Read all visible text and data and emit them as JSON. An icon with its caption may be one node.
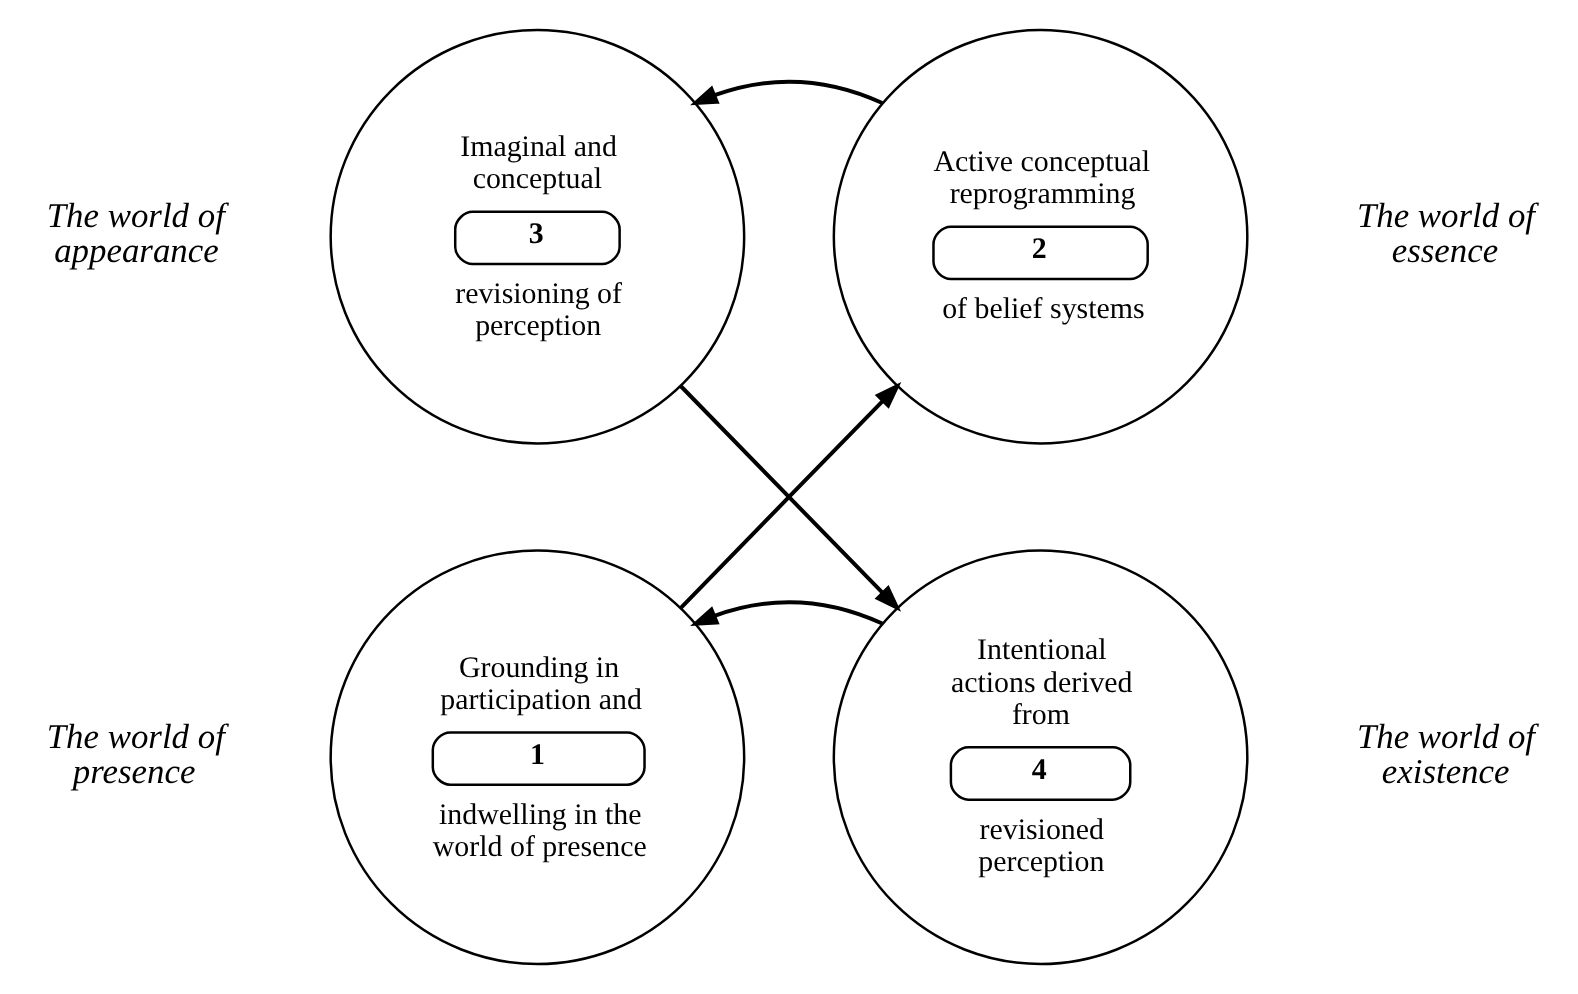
{
  "diagram": {
    "nodes": [
      {
        "text": [
          "Imaginal and conceptual",
          "3",
          "revisioning of perception"
        ],
        "beside": [
          "The world of appearance"
        ]
      },
      {
        "text": [
          "Active conceptual reprogramming",
          "2",
          "of belief systems"
        ],
        "beside": [
          "The world of essence"
        ]
      },
      {
        "text": [
          "Grounding in participation and",
          "1",
          "indwelling in the world of presence"
        ],
        "beside": [
          "The world of presence"
        ]
      },
      {
        "text": [
          "Intentional actions derived from",
          "4",
          "revisioned perception"
        ],
        "beside": [
          "The world of existence"
        ]
      }
    ],
    "edges": [
      {
        "from": 1,
        "to": 0,
        "arrow": "to"
      },
      {
        "from": 2,
        "to": 1,
        "arrow": "to"
      },
      {
        "from": 0,
        "to": 3,
        "arrow": "to"
      },
      {
        "from": 3,
        "to": 2,
        "arrow": "to"
      }
    ]
  }
}
